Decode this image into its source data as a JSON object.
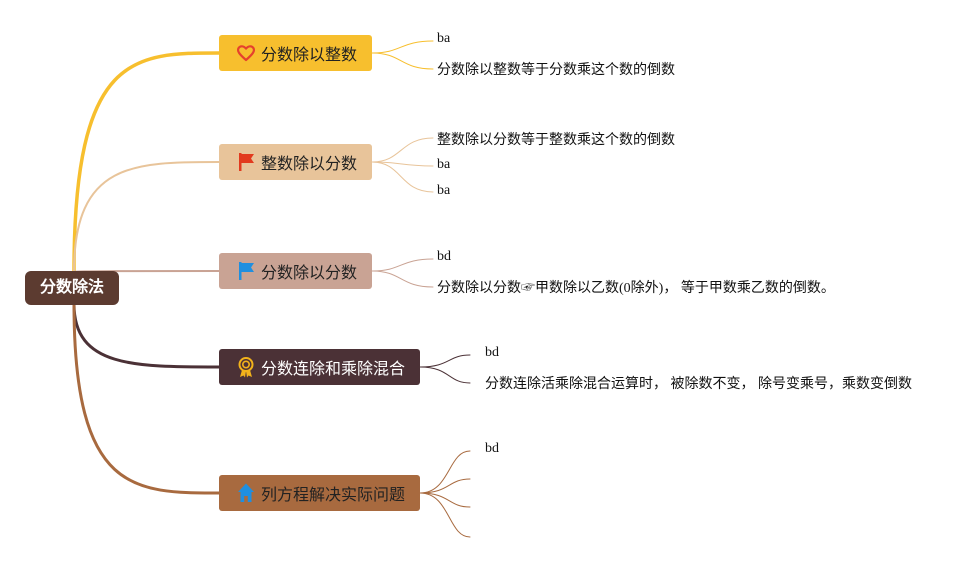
{
  "colors": {
    "root_bg": "#5c3b30",
    "branch1": "#f7bf2e",
    "branch2": "#e8c49a",
    "branch3": "#c9a394",
    "branch4": "#4b3136",
    "branch5": "#a86a3f"
  },
  "root": {
    "label": "分数除法"
  },
  "branches": [
    {
      "label": "分数除以整数",
      "icon": "heart-icon",
      "leaves": [
        "ba",
        "分数除以整数等于分数乘这个数的倒数"
      ]
    },
    {
      "label": "整数除以分数",
      "icon": "red-flag-icon",
      "leaves": [
        "整数除以分数等于整数乘这个数的倒数",
        "ba",
        "ba"
      ]
    },
    {
      "label": "分数除以分数",
      "icon": "blue-flag-icon",
      "leaves": [
        "bd",
        "分数除以分数☞甲数除以乙数(0除外)， 等于甲数乘乙数的倒数。"
      ]
    },
    {
      "label": "分数连除和乘除混合",
      "icon": "award-medal-icon",
      "leaves": [
        "bd",
        "分数连除活乘除混合运算时， 被除数不变， 除号变乘号，乘数变倒数"
      ]
    },
    {
      "label": "列方程解决实际问题",
      "icon": "home-icon",
      "leaves": [
        "bd",
        "",
        "",
        ""
      ]
    }
  ]
}
